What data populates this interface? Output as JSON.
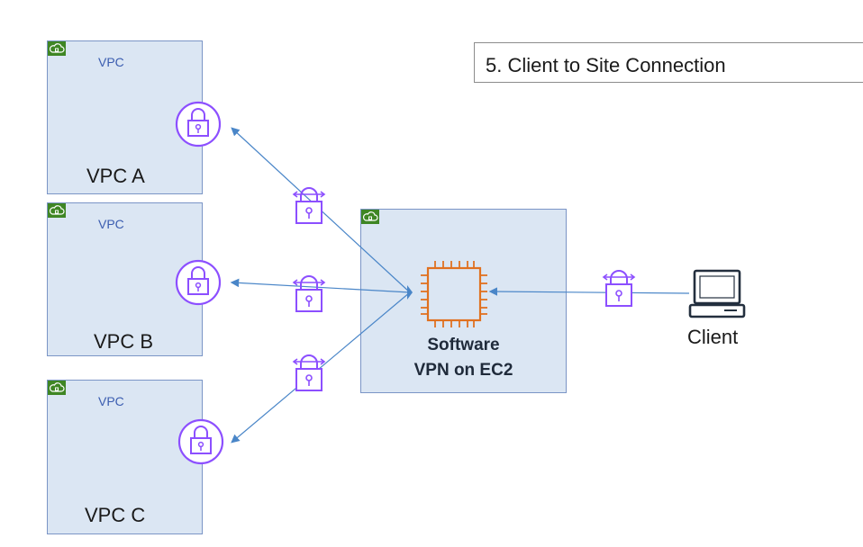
{
  "title": "5. Client to Site Connection",
  "vpcs": [
    {
      "tag": "VPC",
      "name": "VPC A"
    },
    {
      "tag": "VPC",
      "name": "VPC B"
    },
    {
      "tag": "VPC",
      "name": "VPC C"
    }
  ],
  "ec2": {
    "line1": "Software",
    "line2": "VPN on EC2"
  },
  "client": {
    "label": "Client"
  },
  "colors": {
    "vpc_fill": "#dbe6f3",
    "vpc_border": "#7b95c6",
    "badge": "#3f8624",
    "lock": "#8c4fff",
    "chip": "#e07120",
    "arrow": "#4a86c8"
  },
  "icons": [
    "cloud-icon",
    "lock-icon",
    "vpn-connection-icon",
    "ec2-instance-icon",
    "client-computer-icon"
  ]
}
